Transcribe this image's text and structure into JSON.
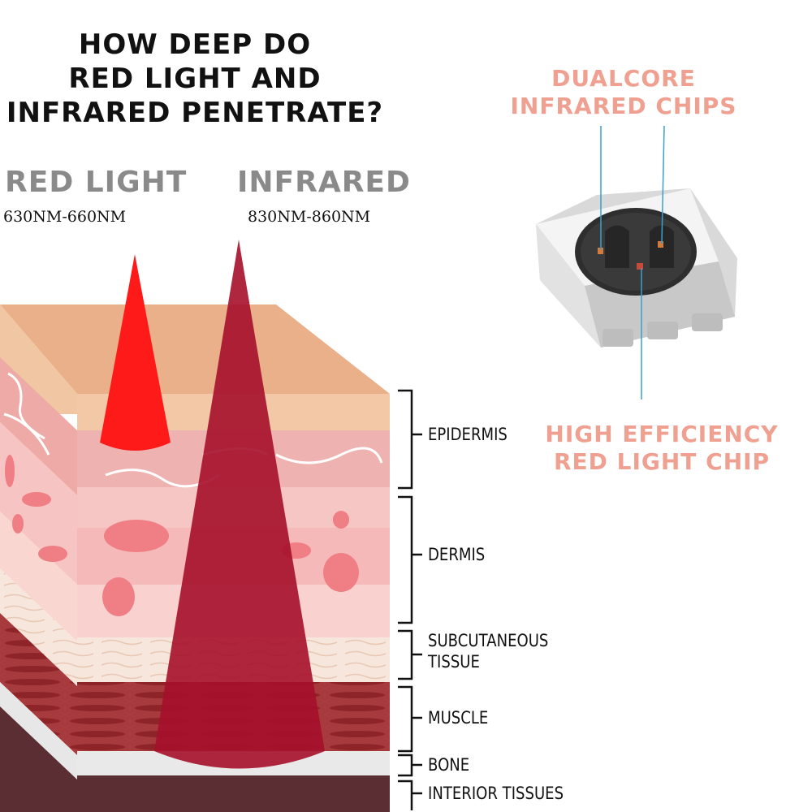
{
  "title": {
    "line1": "HOW DEEP DO",
    "line2": "RED LIGHT AND",
    "line3": "INFRARED PENETRATE?"
  },
  "red_light": {
    "label": "RED LIGHT",
    "range": "630NM-660NM",
    "color": "#ff1a1a"
  },
  "infrared": {
    "label": "INFRARED",
    "range": "830NM-860NM",
    "color": "#a5102a"
  },
  "chip": {
    "top_label_line1": "DUALCORE",
    "top_label_line2": "INFRARED CHIPS",
    "bottom_label_line1": "HIGH EFFICIENCY",
    "bottom_label_line2": "RED LIGHT CHIP",
    "label_color": "#f0a090",
    "leader_color": "#3aa0d0"
  },
  "layers": {
    "epidermis": "EPIDERMIS",
    "dermis": "DERMIS",
    "subcutaneous_line1": "SUBCUTANEOUS",
    "subcutaneous_line2": "TISSUE",
    "muscle": "MUSCLE",
    "bone": "BONE",
    "interior": "INTERIOR TISSUES"
  }
}
